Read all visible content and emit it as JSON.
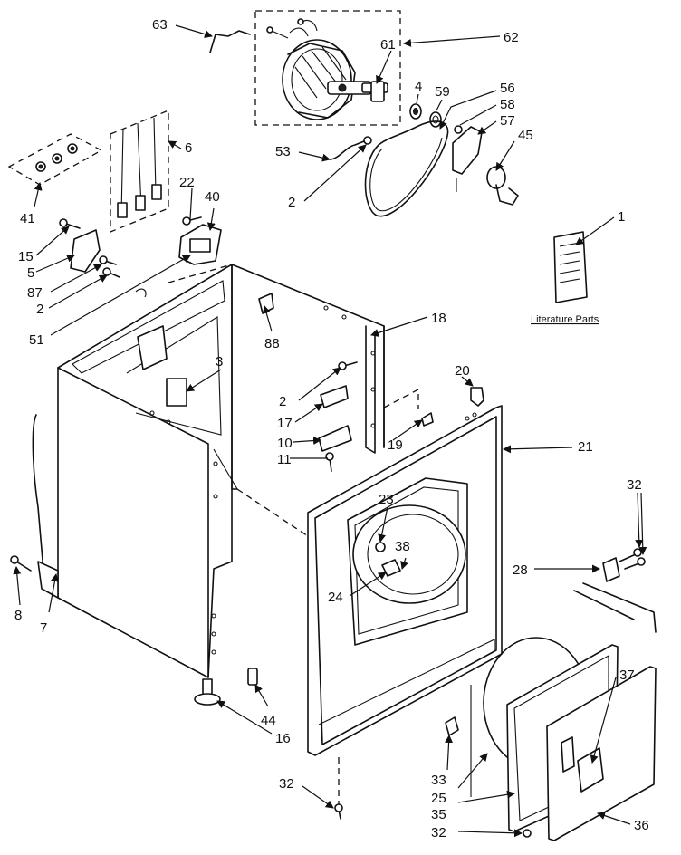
{
  "literature_label": "Literature Parts",
  "callouts": [
    "63",
    "62",
    "61",
    "4",
    "59",
    "56",
    "58",
    "57",
    "45",
    "53",
    "2",
    "6",
    "41",
    "22",
    "40",
    "15",
    "5",
    "87",
    "2",
    "51",
    "88",
    "18",
    "3",
    "1",
    "20",
    "2",
    "17",
    "10",
    "11",
    "19",
    "21",
    "32",
    "8",
    "7",
    "23",
    "38",
    "24",
    "28",
    "44",
    "16",
    "32",
    "37",
    "33",
    "25",
    "35",
    "32",
    "36"
  ]
}
